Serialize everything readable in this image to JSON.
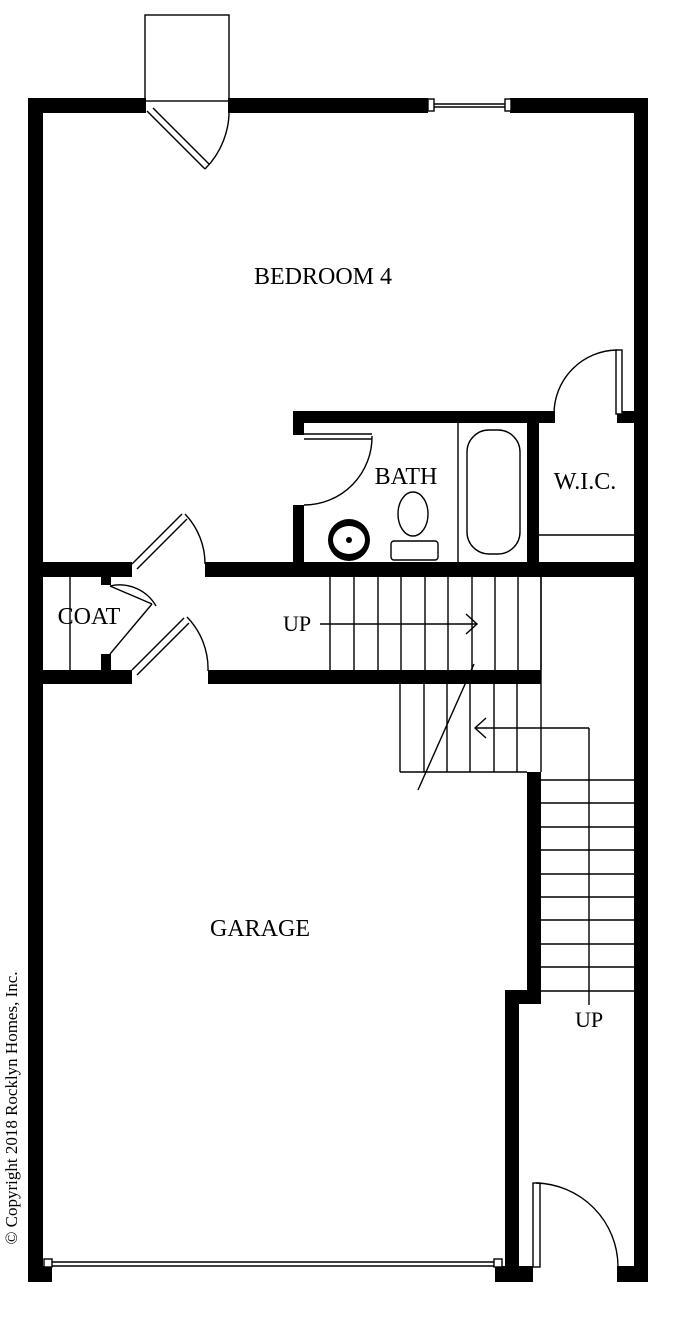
{
  "rooms": {
    "bedroom": "BEDROOM 4",
    "bath": "BATH",
    "wic": "W.I.C.",
    "coat": "COAT",
    "garage": "GARAGE"
  },
  "stairs": {
    "up_upper": "UP",
    "up_lower": "UP"
  },
  "copyright": "© Copyright 2018 Rocklyn Homes, Inc.",
  "colors": {
    "wall": "#000000",
    "background": "#ffffff"
  }
}
